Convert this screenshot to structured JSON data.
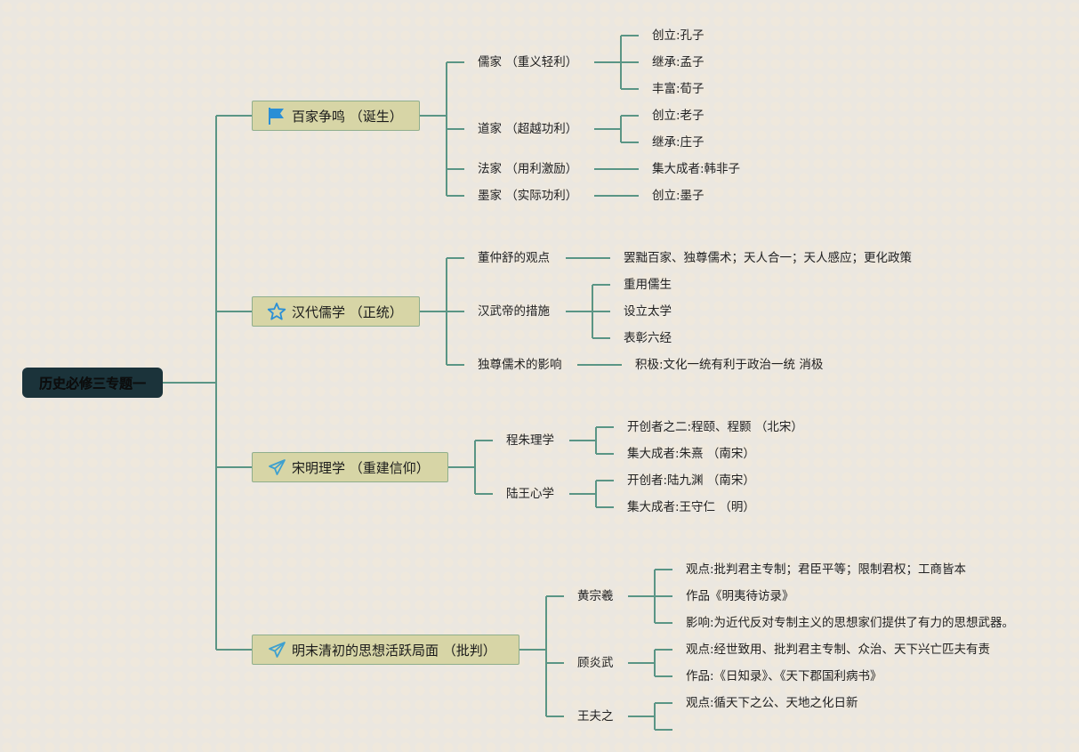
{
  "root": {
    "label": "历史必修三专题一"
  },
  "colors": {
    "line": "#5a9585",
    "root_bg": "#1b333a",
    "topic_bg": "#d7d5a6",
    "icon_blue": "#2a8fd6"
  },
  "topics": [
    {
      "label": "百家争鸣 （诞生）",
      "icon": "flag-icon",
      "children": [
        {
          "label": "儒家 （重义轻利）",
          "children": [
            "创立:孔子",
            "继承:孟子",
            "丰富:荀子"
          ]
        },
        {
          "label": "道家 （超越功利）",
          "children": [
            "创立:老子",
            "继承:庄子"
          ]
        },
        {
          "label": "法家 （用利激励）",
          "children": [
            "集大成者:韩非子"
          ]
        },
        {
          "label": "墨家 （实际功利）",
          "children": [
            "创立:墨子"
          ]
        }
      ]
    },
    {
      "label": "汉代儒学 （正统）",
      "icon": "star-icon",
      "children": [
        {
          "label": "董仲舒的观点",
          "children": [
            "罢黜百家、独尊儒术；天人合一；天人感应；更化政策"
          ]
        },
        {
          "label": "汉武帝的措施",
          "children": [
            "重用儒生",
            "设立太学",
            "表彰六经"
          ]
        },
        {
          "label": "独尊儒术的影响",
          "children": [
            "积极:文化一统有利于政治一统 消极"
          ]
        }
      ]
    },
    {
      "label": "宋明理学 （重建信仰）",
      "icon": "paper-plane-icon",
      "children": [
        {
          "label": "程朱理学",
          "children": [
            "开创者之二:程颐、程颢 （北宋）",
            "集大成者:朱熹 （南宋）"
          ]
        },
        {
          "label": "陆王心学",
          "children": [
            "开创者:陆九渊 （南宋）",
            "集大成者:王守仁 （明）"
          ]
        }
      ]
    },
    {
      "label": "明末清初的思想活跃局面 （批判）",
      "icon": "paper-plane-icon",
      "children": [
        {
          "label": "黄宗羲",
          "children": [
            "观点:批判君主专制；君臣平等；限制君权；工商皆本",
            "作品《明夷待访录》",
            "影响:为近代反对专制主义的思想家们提供了有力的思想武器。"
          ]
        },
        {
          "label": "顾炎武",
          "children": [
            "观点:经世致用、批判君主专制、众治、天下兴亡匹夫有责",
            "作品:《日知录》、《天下郡国利病书》"
          ]
        },
        {
          "label": "王夫之",
          "children": [
            "观点:循天下之公、天地之化日新",
            ""
          ]
        }
      ]
    }
  ]
}
